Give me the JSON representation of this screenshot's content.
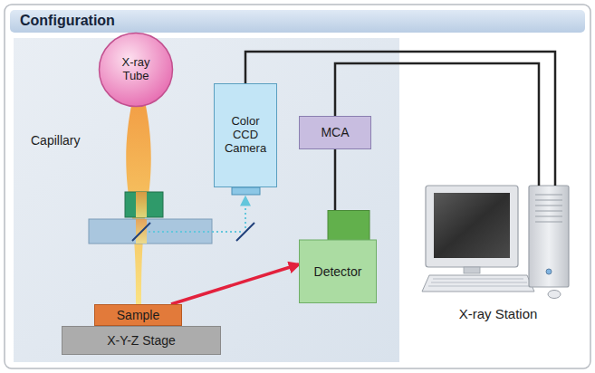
{
  "diagram": {
    "title": "Configuration",
    "nodes": [
      {
        "text": [
          "X-ray Tube"
        ]
      },
      {
        "text": [
          "Color CCD Camera"
        ]
      },
      {
        "text": [
          "MCA"
        ]
      },
      {
        "text": [
          "Detector"
        ]
      },
      {
        "text": [
          "Sample"
        ]
      },
      {
        "text": [
          "X-Y-Z Stage"
        ]
      },
      {
        "text": [
          "X-ray Station"
        ]
      }
    ],
    "edges": [
      {
        "from": 1,
        "to": 6,
        "arrow": "none"
      },
      {
        "from": 2,
        "to": 6,
        "arrow": "none"
      },
      {
        "from": 2,
        "to": 3,
        "arrow": "none"
      },
      {
        "from": 4,
        "to": 3,
        "arrow": "to"
      }
    ],
    "labels": [
      "Capillary"
    ]
  }
}
